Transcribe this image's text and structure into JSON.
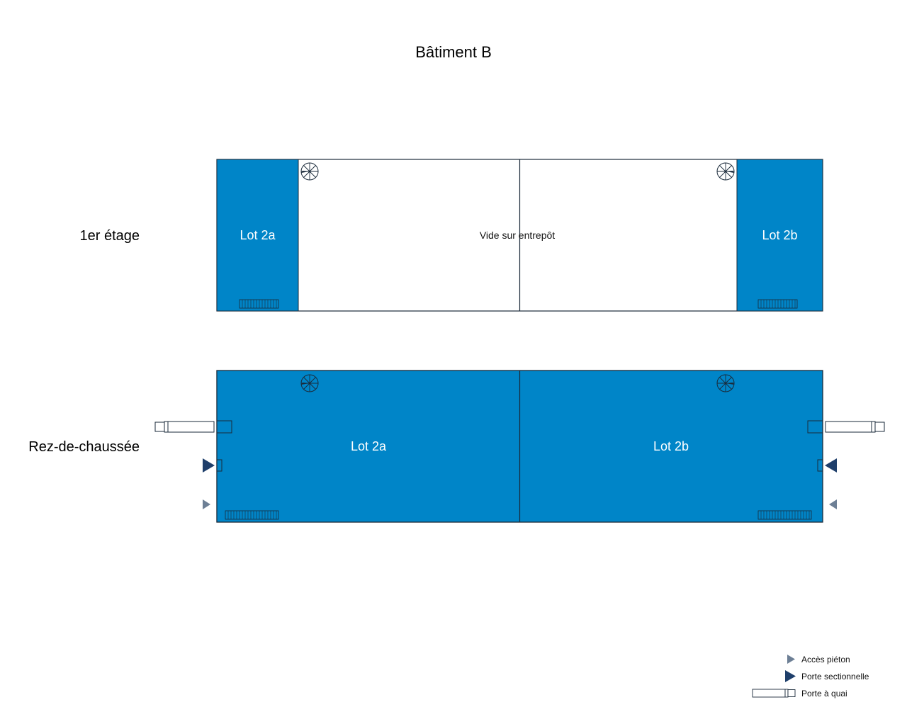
{
  "title": "Bâtiment B",
  "floors": {
    "upper": {
      "label": "1er étage",
      "lots": [
        {
          "label": "Lot 2a"
        },
        {
          "label": "Lot 2b"
        }
      ],
      "void_label": "Vide sur entrepôt"
    },
    "ground": {
      "label": "Rez-de-chaussée",
      "lots": [
        {
          "label": "Lot 2a"
        },
        {
          "label": "Lot 2b"
        }
      ]
    }
  },
  "legend": [
    {
      "label": "Accès piéton",
      "icon": "pedestrian-access-arrow-icon"
    },
    {
      "label": "Porte sectionnelle",
      "icon": "sectional-door-arrow-icon"
    },
    {
      "label": "Porte à quai",
      "icon": "dock-door-icon"
    }
  ],
  "colors": {
    "lot_fill": "#0085c8",
    "outline": "#1a2a3a",
    "sectional_door": "#1f3f6b",
    "pedestrian_access": "#6d7f95"
  }
}
